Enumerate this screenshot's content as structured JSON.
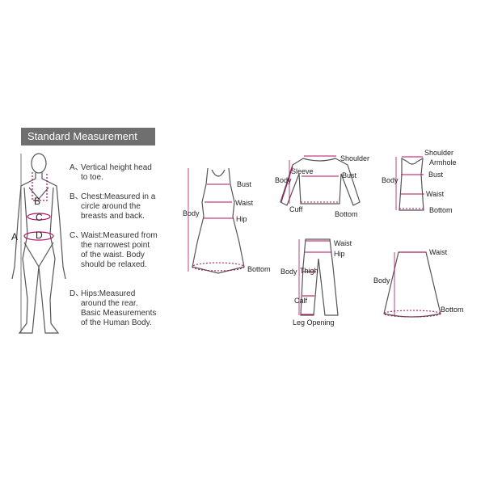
{
  "header": "Standard Measurement",
  "body_letters": {
    "A": "A",
    "B": "B",
    "C": "C",
    "D": "D"
  },
  "descriptions": [
    {
      "key": "A、",
      "text": "Vertical height head to toe."
    },
    {
      "key": "B、",
      "text": "Chest:Measured in a circle around the breasts and back."
    },
    {
      "key": "C、",
      "text": "Waist:Measured from the narrowest point of the waist. Body should be relaxed."
    },
    {
      "key": "D、",
      "text": "Hips:Measured around the rear. Basic Measurements of the Human Body."
    }
  ],
  "dress": {
    "bust": "Bust",
    "waist": "Waist",
    "hip": "Hip",
    "body": "Body",
    "bottom": "Bottom"
  },
  "sweater": {
    "shoulder": "Shoulder",
    "sleeve": "Sleeve",
    "body": "Body",
    "bust": "Bust",
    "cuff": "Cuff",
    "bottom": "Bottom"
  },
  "tank": {
    "shoulder": "Shoulder",
    "armhole": "Armhole",
    "body": "Body",
    "bust": "Bust",
    "waist": "Waist",
    "bottom": "Bottom"
  },
  "pants": {
    "waist": "Waist",
    "hip": "Hip",
    "body": "Body",
    "thigh": "Thigh",
    "calf": "Calf",
    "leg_opening": "Leg Opening"
  },
  "skirt": {
    "waist": "Waist",
    "body": "Body",
    "bottom": "Bottom"
  },
  "colors": {
    "outline": "#555555",
    "measure": "#b01060",
    "header_bg": "#6f6f6f"
  }
}
